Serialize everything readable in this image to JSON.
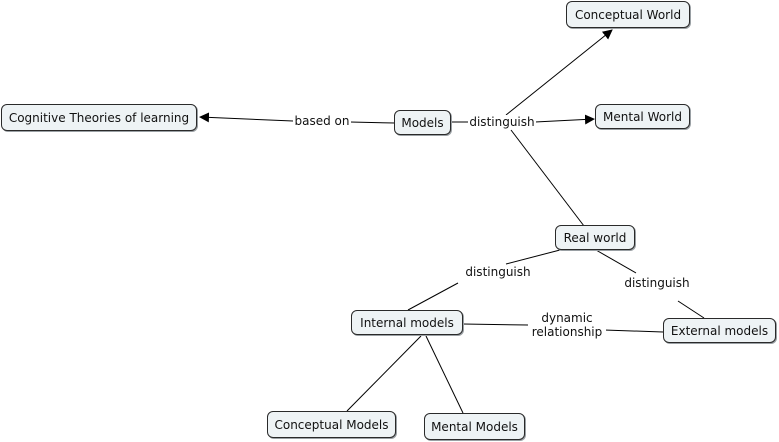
{
  "nodes": {
    "cognitive": "Cognitive Theories of learning",
    "models": "Models",
    "conceptual_world": "Conceptual World",
    "mental_world": "Mental World",
    "real_world": "Real world",
    "internal_models": "Internal models",
    "external_models": "External models",
    "conceptual_models": "Conceptual Models",
    "mental_models": "Mental Models"
  },
  "links": {
    "based_on": "based on",
    "distinguish_models": "distinguish",
    "distinguish_left": "distinguish",
    "distinguish_right": "distinguish",
    "dynamic": "dynamic",
    "relationship": "relationship"
  },
  "colors": {
    "node_fill": "#eef3f5",
    "line": "#000000"
  }
}
